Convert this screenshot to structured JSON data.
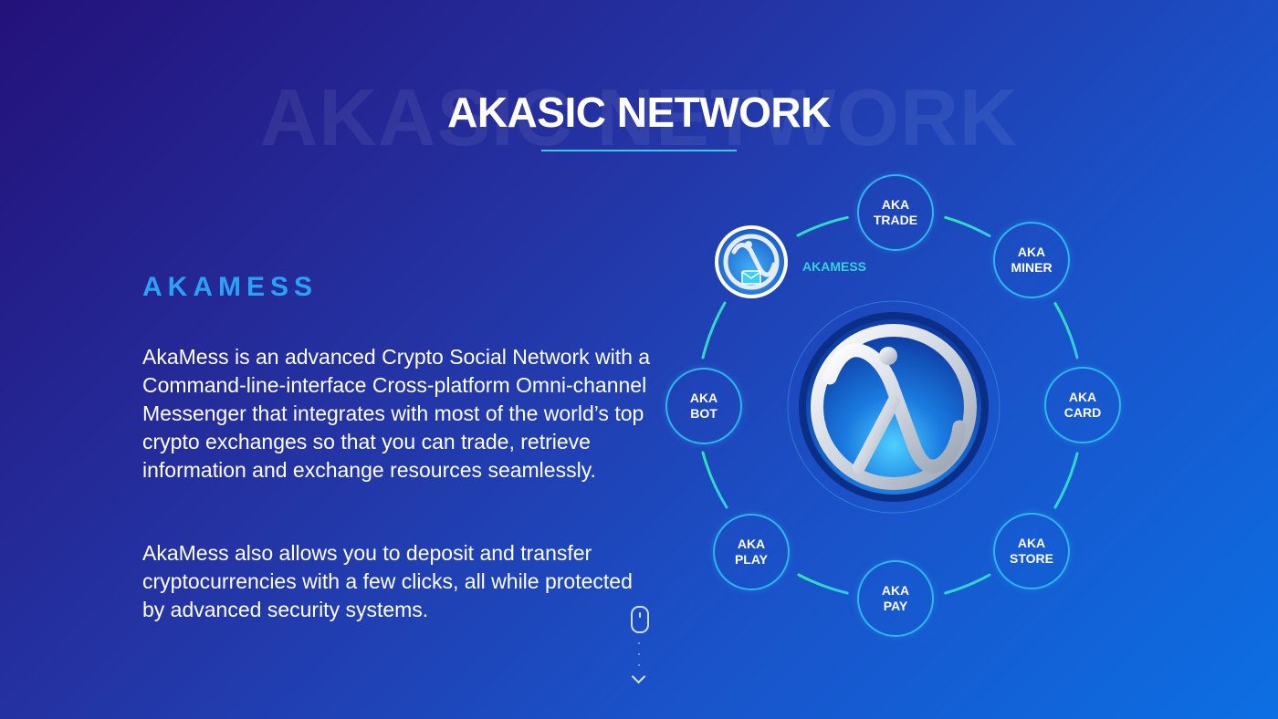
{
  "header": {
    "watermark": "AKASIC NETWORK",
    "title": "AKASIC NETWORK"
  },
  "content": {
    "heading": "AKAMESS",
    "paragraph_1": "AkaMess is an advanced Crypto Social Network with a Command-line-interface Cross-platform Omni-channel Messenger that integrates with most of the world’s top crypto exchanges so that you can trade, retrieve information and exchange resources seamlessly.",
    "paragraph_2": "AkaMess also allows you to deposit and transfer cryptocurrencies with a few clicks, all while protected by advanced security systems."
  },
  "network": {
    "featured_label": "AKAMESS",
    "nodes": [
      {
        "line1": "AKA",
        "line2": "TRADE"
      },
      {
        "line1": "AKA",
        "line2": "MINER"
      },
      {
        "line1": "AKA",
        "line2": "CARD"
      },
      {
        "line1": "AKA",
        "line2": "STORE"
      },
      {
        "line1": "AKA",
        "line2": "PAY"
      },
      {
        "line1": "AKA",
        "line2": "PLAY"
      },
      {
        "line1": "AKA",
        "line2": "BOT"
      }
    ]
  },
  "colors": {
    "accent_cyan": "#3fc6ee",
    "heading_blue": "#2ba1f5",
    "node_border": "#2fb6ee",
    "arc_green": "#2ee6a8",
    "featured_label": "#32d3d9"
  },
  "icons": {
    "scroll": "mouse-scroll-icon",
    "chevron": "chevron-down-icon",
    "brand": "akasic-logo-icon"
  }
}
